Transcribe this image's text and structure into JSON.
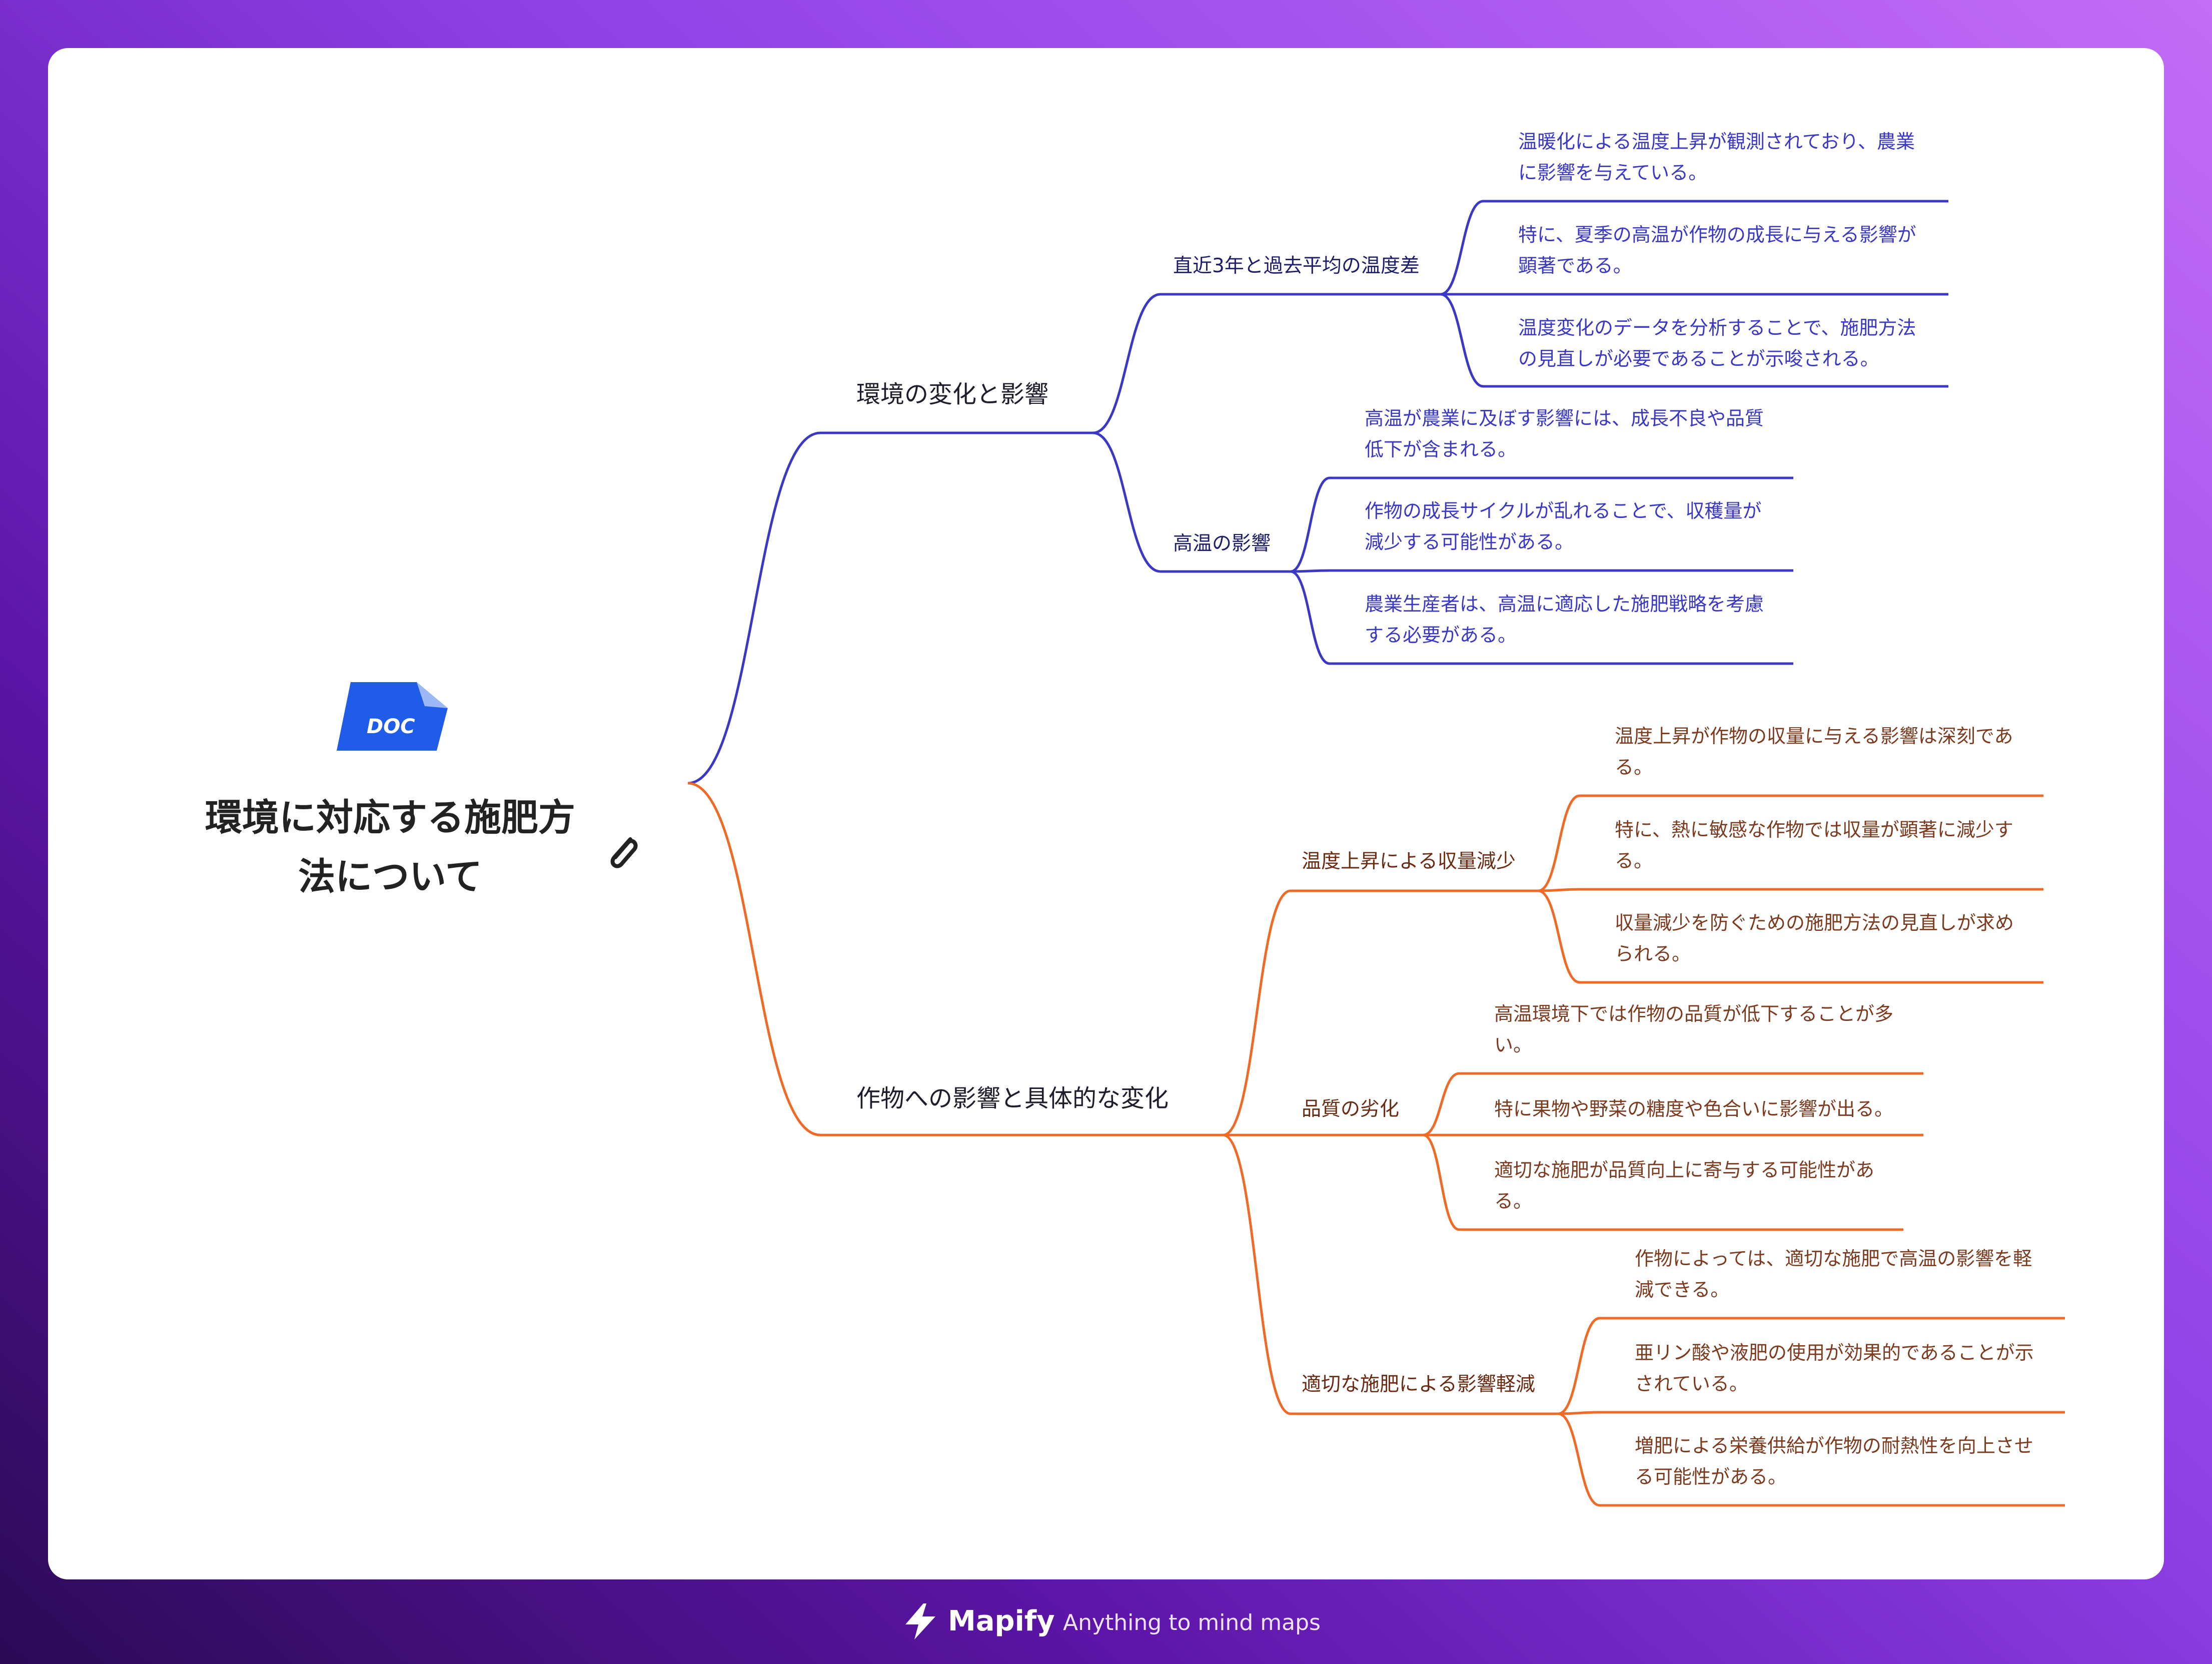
{
  "root": {
    "lines": [
      "環境に対応する施肥方",
      "法について"
    ],
    "badge": "DOC"
  },
  "branches": [
    {
      "label": "環境の変化と影響",
      "color": "#3a38c4",
      "children": [
        {
          "label": "直近3年と過去平均の温度差",
          "leaves": [
            [
              "温暖化による温度上昇が観測されており、農業",
              "に影響を与えている。"
            ],
            [
              "特に、夏季の高温が作物の成長に与える影響が",
              "顕著である。"
            ],
            [
              "温度変化のデータを分析することで、施肥方法",
              "の見直しが必要であることが示唆される。"
            ]
          ]
        },
        {
          "label": "高温の影響",
          "leaves": [
            [
              "高温が農業に及ぼす影響には、成長不良や品質",
              "低下が含まれる。"
            ],
            [
              "作物の成長サイクルが乱れることで、収穫量が",
              "減少する可能性がある。"
            ],
            [
              "農業生産者は、高温に適応した施肥戦略を考慮",
              "する必要がある。"
            ]
          ]
        }
      ]
    },
    {
      "label": "作物への影響と具体的な変化",
      "color": "#ee6a26",
      "children": [
        {
          "label": "温度上昇による収量減少",
          "leaves": [
            [
              "温度上昇が作物の収量に与える影響は深刻であ",
              "る。"
            ],
            [
              "特に、熱に敏感な作物では収量が顕著に減少す",
              "る。"
            ],
            [
              "収量減少を防ぐための施肥方法の見直しが求め",
              "られる。"
            ]
          ]
        },
        {
          "label": "品質の劣化",
          "leaves": [
            [
              "高温環境下では作物の品質が低下することが多",
              "い。"
            ],
            [
              "特に果物や野菜の糖度や色合いに影響が出る。"
            ],
            [
              "適切な施肥が品質向上に寄与する可能性があ",
              "る。"
            ]
          ]
        },
        {
          "label": "適切な施肥による影響軽減",
          "leaves": [
            [
              "作物によっては、適切な施肥で高温の影響を軽",
              "減できる。"
            ],
            [
              "亜リン酸や液肥の使用が効果的であることが示",
              "されている。"
            ],
            [
              "増肥による栄養供給が作物の耐熱性を向上させ",
              "る可能性がある。"
            ]
          ]
        }
      ]
    }
  ],
  "footer": {
    "brand": "Mapify",
    "tagline": "Anything to mind maps"
  }
}
